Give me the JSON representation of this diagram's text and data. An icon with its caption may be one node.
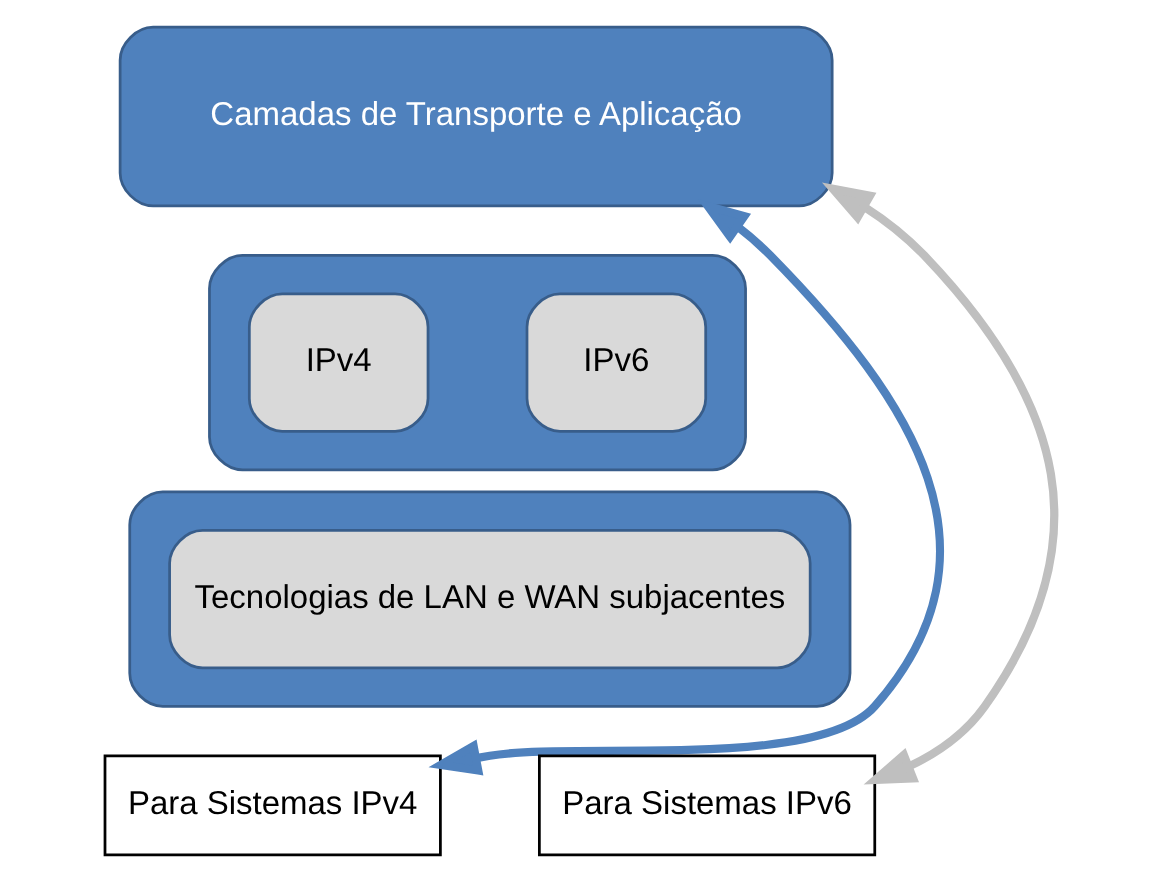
{
  "diagram": {
    "nodes": [
      {
        "text": [
          "Camadas de Transporte e Aplicação"
        ]
      },
      {
        "text": [],
        "shape": "box"
      },
      {
        "text": [
          "IPv4"
        ],
        "in": 1
      },
      {
        "text": [
          "IPv6"
        ],
        "in": 1
      },
      {
        "text": [],
        "shape": "box"
      },
      {
        "text": [
          "Tecnologias de LAN e WAN subjacentes"
        ],
        "in": 4
      },
      {
        "text": [
          "Para Sistemas IPv4"
        ]
      },
      {
        "text": [
          "Para Sistemas IPv6"
        ]
      }
    ],
    "edges": [
      {
        "from": 0,
        "to": 6,
        "arrow": "both"
      },
      {
        "from": 0,
        "to": 7,
        "arrow": "both",
        "color": "#bfbfbf"
      }
    ]
  }
}
